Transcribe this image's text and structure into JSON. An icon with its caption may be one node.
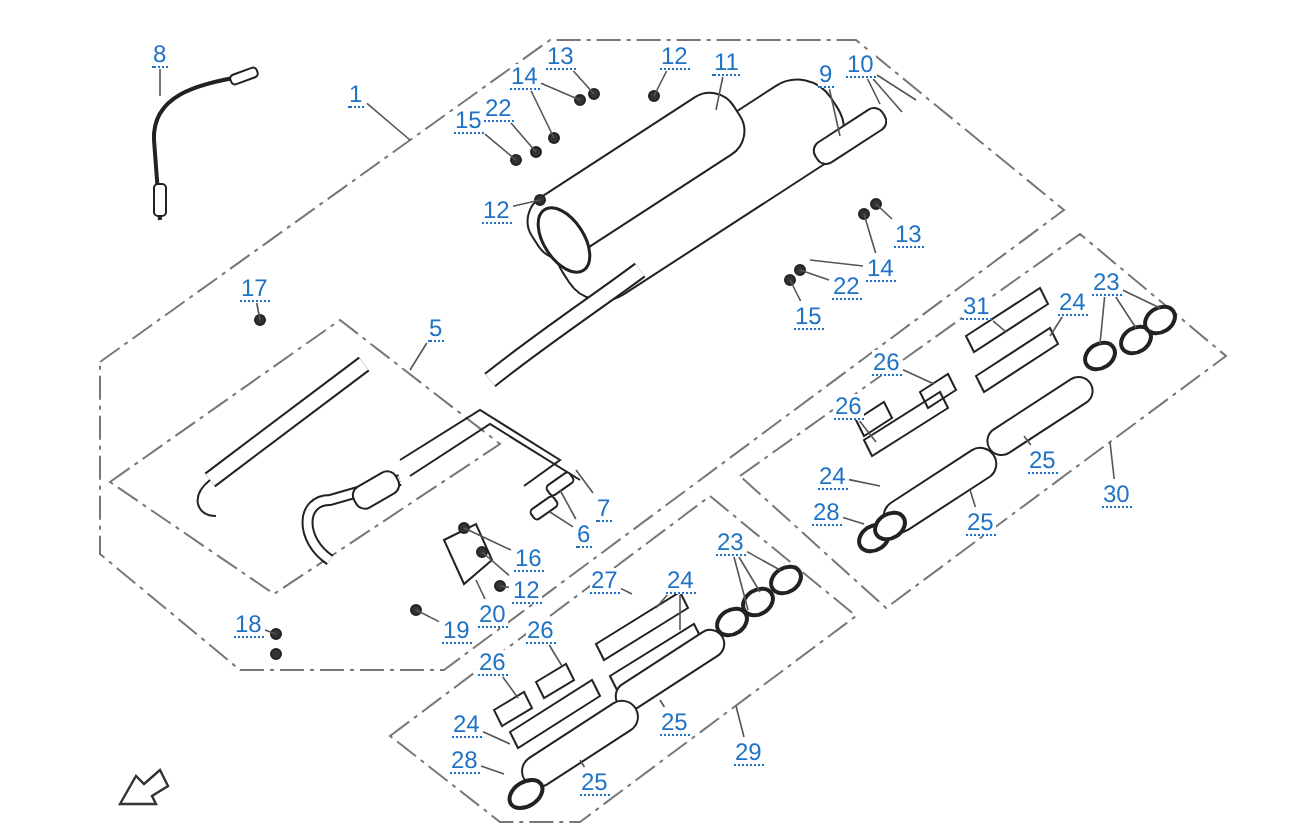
{
  "diagram": {
    "nodes": [
      {
        "text": [
          "8"
        ]
      },
      {
        "text": [
          "13"
        ]
      },
      {
        "text": [
          "12"
        ]
      },
      {
        "text": [
          "11"
        ]
      },
      {
        "text": [
          "10"
        ]
      },
      {
        "text": [
          "9"
        ]
      },
      {
        "text": [
          "14"
        ]
      },
      {
        "text": [
          "1"
        ]
      },
      {
        "text": [
          "22"
        ]
      },
      {
        "text": [
          "15"
        ]
      },
      {
        "text": [
          "12"
        ]
      },
      {
        "text": [
          "13"
        ]
      },
      {
        "text": [
          "14"
        ]
      },
      {
        "text": [
          "23"
        ]
      },
      {
        "text": [
          "22"
        ]
      },
      {
        "text": [
          "17"
        ]
      },
      {
        "text": [
          "24"
        ]
      },
      {
        "text": [
          "31"
        ]
      },
      {
        "text": [
          "15"
        ]
      },
      {
        "text": [
          "5"
        ]
      },
      {
        "text": [
          "26"
        ]
      },
      {
        "text": [
          "26"
        ]
      },
      {
        "text": [
          "25"
        ]
      },
      {
        "text": [
          "24"
        ]
      },
      {
        "text": [
          "30"
        ]
      },
      {
        "text": [
          "7"
        ]
      },
      {
        "text": [
          "28"
        ]
      },
      {
        "text": [
          "25"
        ]
      },
      {
        "text": [
          "6"
        ]
      },
      {
        "text": [
          "23"
        ]
      },
      {
        "text": [
          "16"
        ]
      },
      {
        "text": [
          "24"
        ]
      },
      {
        "text": [
          "27"
        ]
      },
      {
        "text": [
          "12"
        ]
      },
      {
        "text": [
          "20"
        ]
      },
      {
        "text": [
          "18"
        ]
      },
      {
        "text": [
          "19"
        ]
      },
      {
        "text": [
          "26"
        ]
      },
      {
        "text": [
          "26"
        ]
      },
      {
        "text": [
          "25"
        ]
      },
      {
        "text": [
          "24"
        ]
      },
      {
        "text": [
          "29"
        ]
      },
      {
        "text": [
          "28"
        ]
      },
      {
        "text": [
          "25"
        ]
      }
    ],
    "edges": [
      {
        "from": 0,
        "to": null,
        "arrow": "none"
      },
      {
        "from": 1,
        "to": null,
        "arrow": "none"
      },
      {
        "from": 2,
        "to": null,
        "arrow": "none"
      },
      {
        "from": 3,
        "to": null,
        "arrow": "none"
      },
      {
        "from": 4,
        "to": null,
        "arrow": "none"
      },
      {
        "from": 4,
        "to": null,
        "arrow": "none"
      },
      {
        "from": 4,
        "to": null,
        "arrow": "none"
      },
      {
        "from": 5,
        "to": null,
        "arrow": "none"
      },
      {
        "from": 6,
        "to": null,
        "arrow": "none"
      },
      {
        "from": 6,
        "to": null,
        "arrow": "none"
      },
      {
        "from": 7,
        "to": null,
        "arrow": "none"
      },
      {
        "from": 8,
        "to": null,
        "arrow": "none"
      },
      {
        "from": 9,
        "to": null,
        "arrow": "none"
      },
      {
        "from": 10,
        "to": null,
        "arrow": "none"
      },
      {
        "from": 11,
        "to": null,
        "arrow": "none"
      },
      {
        "from": 12,
        "to": null,
        "arrow": "none"
      },
      {
        "from": 12,
        "to": null,
        "arrow": "none"
      },
      {
        "from": 13,
        "to": null,
        "arrow": "none"
      },
      {
        "from": 13,
        "to": null,
        "arrow": "none"
      },
      {
        "from": 13,
        "to": null,
        "arrow": "none"
      },
      {
        "from": 14,
        "to": null,
        "arrow": "none"
      },
      {
        "from": 15,
        "to": null,
        "arrow": "none"
      },
      {
        "from": 16,
        "to": null,
        "arrow": "none"
      },
      {
        "from": 17,
        "to": null,
        "arrow": "none"
      },
      {
        "from": 18,
        "to": null,
        "arrow": "none"
      },
      {
        "from": 19,
        "to": null,
        "arrow": "none"
      },
      {
        "from": 20,
        "to": null,
        "arrow": "none"
      },
      {
        "from": 21,
        "to": null,
        "arrow": "none"
      },
      {
        "from": 22,
        "to": null,
        "arrow": "none"
      },
      {
        "from": 23,
        "to": null,
        "arrow": "none"
      },
      {
        "from": 24,
        "to": null,
        "arrow": "none"
      },
      {
        "from": 25,
        "to": null,
        "arrow": "none"
      },
      {
        "from": 26,
        "to": null,
        "arrow": "none"
      },
      {
        "from": 27,
        "to": null,
        "arrow": "none"
      },
      {
        "from": 28,
        "to": null,
        "arrow": "none"
      },
      {
        "from": 28,
        "to": null,
        "arrow": "none"
      },
      {
        "from": 29,
        "to": null,
        "arrow": "none"
      },
      {
        "from": 29,
        "to": null,
        "arrow": "none"
      },
      {
        "from": 29,
        "to": null,
        "arrow": "none"
      },
      {
        "from": 30,
        "to": null,
        "arrow": "none"
      },
      {
        "from": 31,
        "to": null,
        "arrow": "none"
      },
      {
        "from": 31,
        "to": null,
        "arrow": "none"
      },
      {
        "from": 32,
        "to": null,
        "arrow": "none"
      },
      {
        "from": 33,
        "to": null,
        "arrow": "none"
      },
      {
        "from": 33,
        "to": null,
        "arrow": "none"
      },
      {
        "from": 34,
        "to": null,
        "arrow": "none"
      },
      {
        "from": 35,
        "to": null,
        "arrow": "none"
      },
      {
        "from": 36,
        "to": null,
        "arrow": "none"
      },
      {
        "from": 37,
        "to": null,
        "arrow": "none"
      },
      {
        "from": 38,
        "to": null,
        "arrow": "none"
      },
      {
        "from": 39,
        "to": null,
        "arrow": "none"
      },
      {
        "from": 40,
        "to": null,
        "arrow": "none"
      },
      {
        "from": 41,
        "to": null,
        "arrow": "none"
      },
      {
        "from": 42,
        "to": null,
        "arrow": "none"
      },
      {
        "from": 43,
        "to": null,
        "arrow": "none"
      }
    ]
  }
}
